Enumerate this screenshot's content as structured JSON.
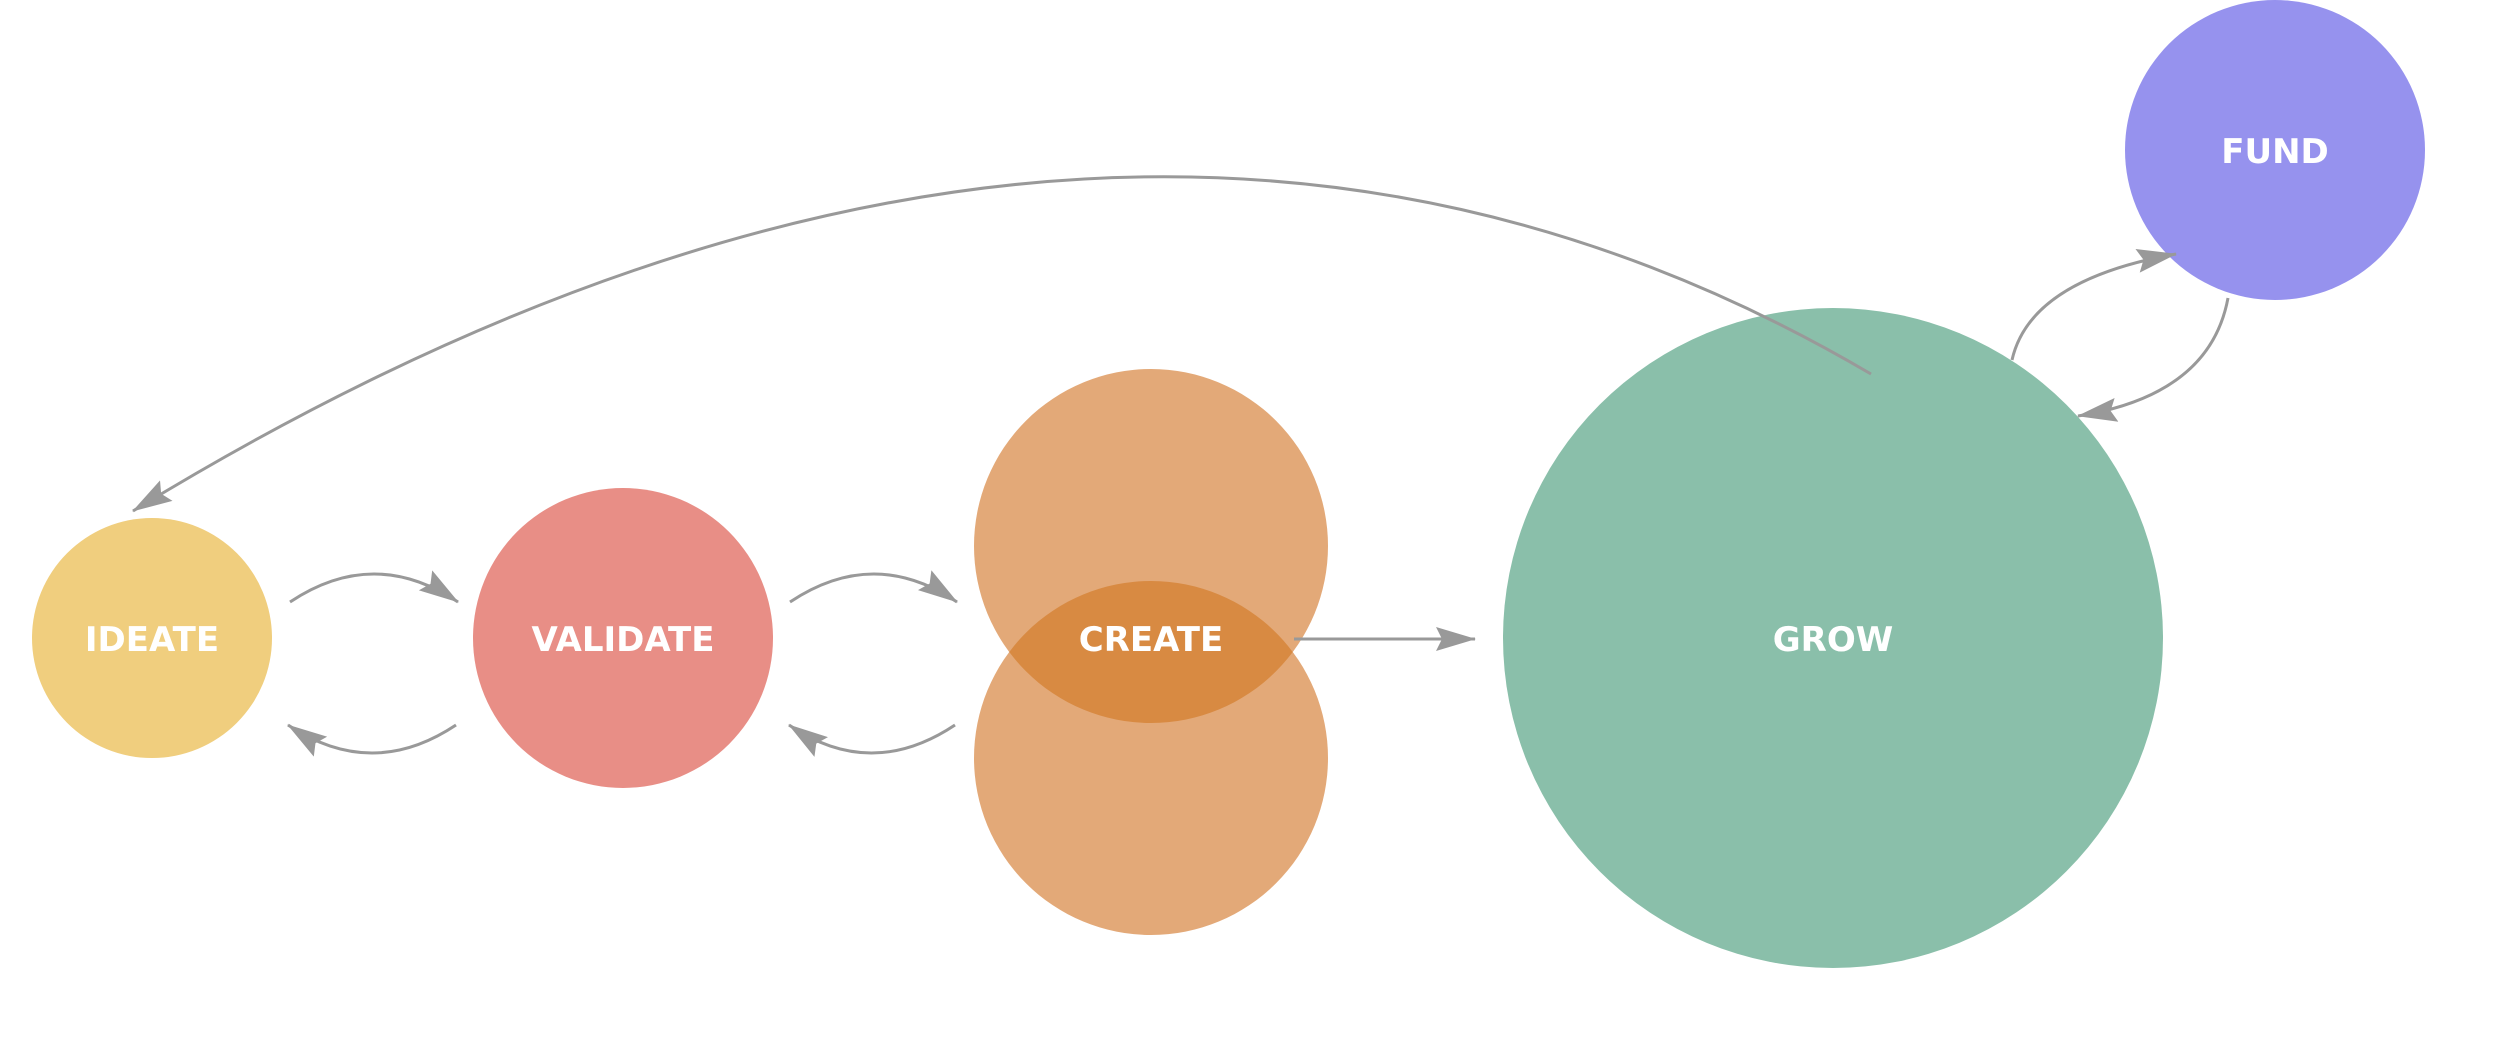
{
  "nodes": {
    "ideate": {
      "label": "IDEATE",
      "color": "#F0CE7E"
    },
    "validate": {
      "label": "VALIDATE",
      "color": "#E88E86"
    },
    "create": {
      "label": "CREATE",
      "color": "#E3A978",
      "overlap_color": "#D88A42"
    },
    "grow": {
      "label": "GROW",
      "color": "#8ABFAA"
    },
    "fund": {
      "label": "FUND",
      "color": "#9692EE"
    }
  },
  "edges": [
    {
      "from": "IDEATE",
      "to": "VALIDATE"
    },
    {
      "from": "VALIDATE",
      "to": "IDEATE"
    },
    {
      "from": "VALIDATE",
      "to": "CREATE"
    },
    {
      "from": "CREATE",
      "to": "VALIDATE"
    },
    {
      "from": "CREATE",
      "to": "GROW"
    },
    {
      "from": "GROW",
      "to": "IDEATE"
    },
    {
      "from": "GROW",
      "to": "FUND"
    },
    {
      "from": "FUND",
      "to": "GROW"
    }
  ],
  "arrow_color": "#999999"
}
